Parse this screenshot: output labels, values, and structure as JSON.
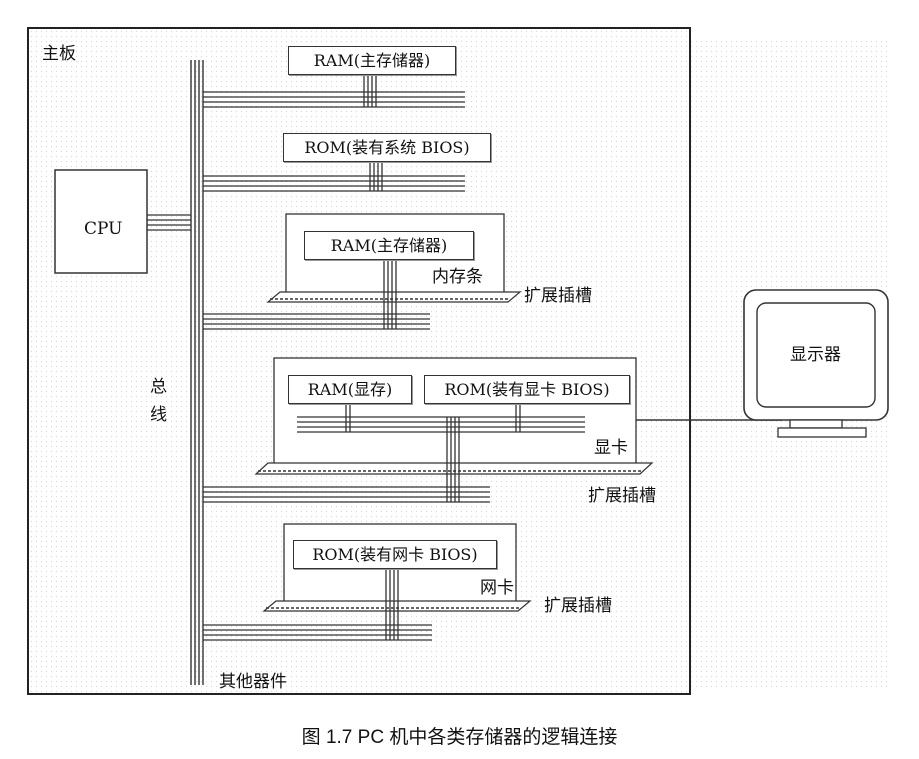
{
  "motherboard": {
    "label": "主板"
  },
  "cpu": {
    "label": "CPU"
  },
  "bus": {
    "label_top": "总",
    "label_bottom": "线"
  },
  "memory_chips": {
    "ram_main": "RAM(主存储器)",
    "rom_system_bios": "ROM(装有系统 BIOS)"
  },
  "memory_module": {
    "chip": "RAM(主存储器)",
    "card_label": "内存条",
    "slot_label": "扩展插槽"
  },
  "graphics_card": {
    "ram_chip": "RAM(显存)",
    "rom_chip": "ROM(装有显卡 BIOS)",
    "card_label": "显卡",
    "slot_label": "扩展插槽"
  },
  "network_card": {
    "rom_chip": "ROM(装有网卡 BIOS)",
    "card_label": "网卡",
    "slot_label": "扩展插槽"
  },
  "other_devices": {
    "label": "其他器件"
  },
  "monitor": {
    "label": "显示器"
  },
  "caption": "图 1.7    PC 机中各类存储器的逻辑连接"
}
